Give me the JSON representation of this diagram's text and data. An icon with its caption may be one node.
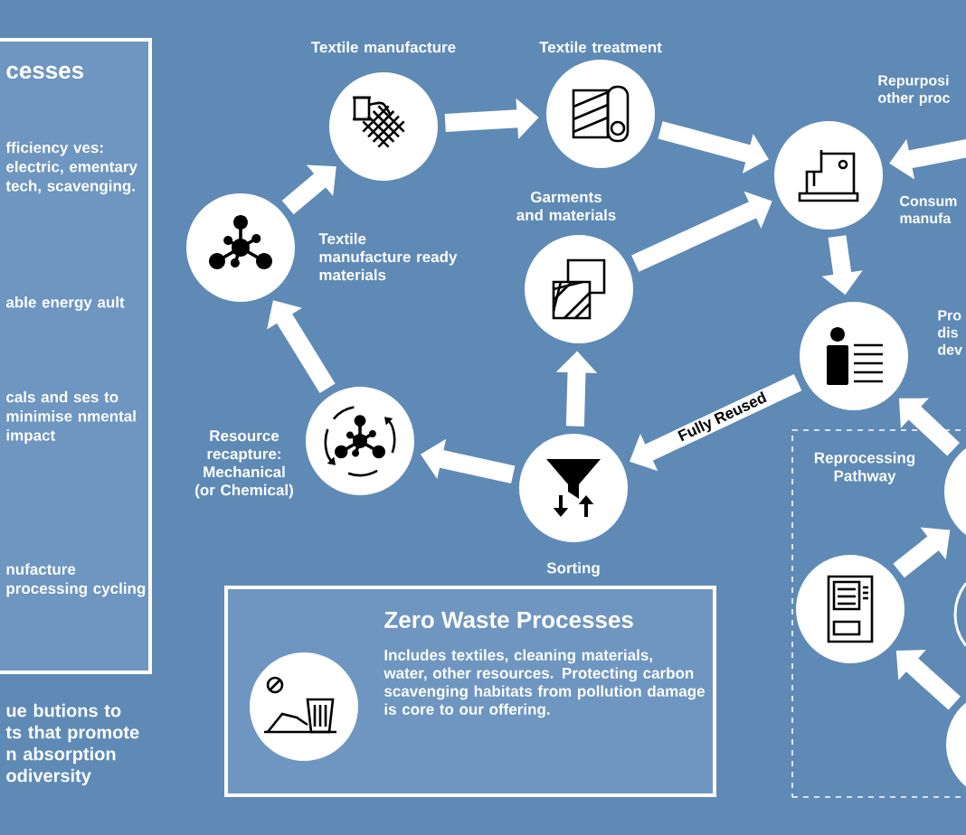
{
  "diagram": {
    "nodes": [
      {
        "text": [
          "Textile manufacture"
        ]
      },
      {
        "text": [
          "Textile treatment"
        ]
      },
      {
        "text": [
          "Consum manufa"
        ]
      },
      {
        "text": [
          "Textile manufacture ready materials"
        ]
      },
      {
        "text": [
          "Garments and materials"
        ]
      },
      {
        "text": [
          "Pro dis dev"
        ]
      },
      {
        "text": [
          "Resource recapture: Mechanical (or Chemical)"
        ]
      },
      {
        "text": [
          "Sorting"
        ]
      },
      {
        "text": [
          "cesses",
          "fficiency ves: electric, ementary tech, scavenging.",
          "able energy ault",
          "cals and ses to minimise nmental impact",
          "nufacture processing cycling"
        ]
      },
      {
        "text": [
          "Zero Waste Processes",
          "Includes textiles, cleaning materials, water, other resources. Protecting carbon scavenging habitats from pollution damage is core to our offering."
        ]
      },
      {
        "text": [],
        "shape": "circle",
        "in": 9
      },
      {
        "text": [
          "Reprocessing Pathway"
        ]
      },
      {
        "text": [],
        "shape": "circle",
        "in": 11
      },
      {
        "text": [],
        "shape": "circle",
        "in": 11
      },
      {
        "text": [],
        "shape": "circle",
        "in": 11
      },
      {
        "text": [],
        "shape": "circle",
        "in": 11
      }
    ],
    "edges": [
      {
        "from": 6,
        "to": 3,
        "arrow": "to"
      },
      {
        "from": 3,
        "to": 0,
        "arrow": "to"
      },
      {
        "from": 0,
        "to": 1,
        "arrow": "to"
      },
      {
        "from": 1,
        "to": 2,
        "arrow": "to"
      },
      {
        "from": 4,
        "to": 2,
        "arrow": "to"
      },
      {
        "from": null,
        "to": 2,
        "arrow": "to"
      },
      {
        "from": 2,
        "to": 5,
        "arrow": "to"
      },
      {
        "from": 5,
        "to": 7,
        "arrow": "to",
        "label": "Fully Reused"
      },
      {
        "from": 7,
        "to": 4,
        "arrow": "to"
      },
      {
        "from": 7,
        "to": 6,
        "arrow": "to"
      },
      {
        "from": 12,
        "to": 5,
        "arrow": "to"
      },
      {
        "from": 13,
        "to": 12,
        "arrow": "to"
      },
      {
        "from": 15,
        "to": 13,
        "arrow": "to"
      }
    ],
    "labels": [
      "Repurposi other proc",
      "ue butions to ts that promote n absorption odiversity"
    ]
  }
}
